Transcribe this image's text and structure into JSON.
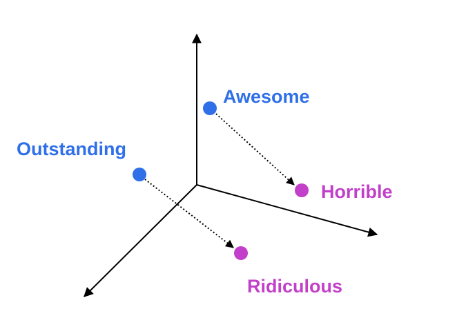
{
  "colors": {
    "axis": "#000000",
    "positive": "#2f6fe8",
    "negative": "#c23fc9"
  },
  "words": {
    "awesome": "Awesome",
    "outstanding": "Outstanding",
    "horrible": "Horrible",
    "ridiculous": "Ridiculous"
  }
}
